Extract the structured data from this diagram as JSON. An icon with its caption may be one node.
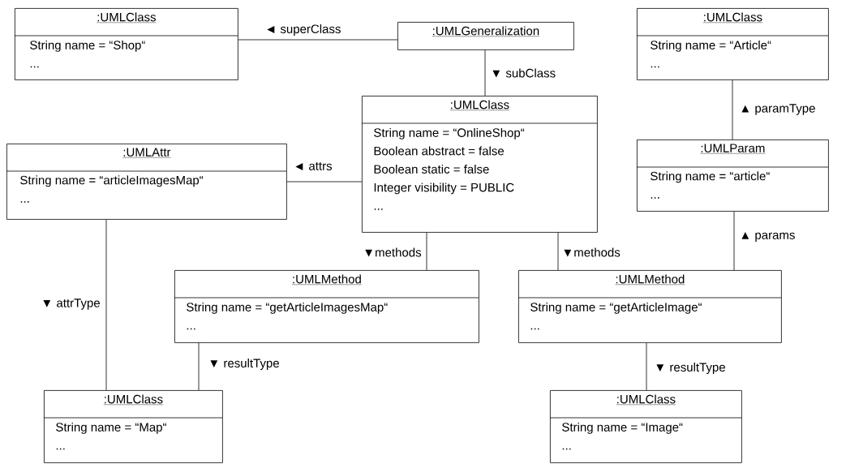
{
  "diagram": {
    "nodes": [
      {
        "text": [
          ":UMLClass",
          "String name = “Shop“",
          "..."
        ]
      },
      {
        "text": [
          ":UMLGeneralization"
        ]
      },
      {
        "text": [
          ":UMLClass",
          "String name = “Article“",
          "..."
        ]
      },
      {
        "text": [
          ":UMLAttr",
          "String name = “articleImagesMap“",
          "..."
        ]
      },
      {
        "text": [
          ":UMLClass",
          "String name = “OnlineShop“",
          "Boolean abstract = false",
          "Boolean static = false",
          "Integer visibility = PUBLIC",
          "..."
        ]
      },
      {
        "text": [
          ":UMLParam",
          "String name = “article“",
          "..."
        ]
      },
      {
        "text": [
          ":UMLMethod",
          "String name = “getArticleImagesMap“",
          "..."
        ]
      },
      {
        "text": [
          ":UMLMethod",
          "String name = “getArticleImage“",
          "..."
        ]
      },
      {
        "text": [
          ":UMLClass",
          "String name = “Map“",
          "..."
        ]
      },
      {
        "text": [
          ":UMLClass",
          "String name = “Image“",
          "..."
        ]
      }
    ],
    "edges": [
      {
        "from": 1,
        "to": 0,
        "arrow": "none",
        "label": "◄ superClass"
      },
      {
        "from": 1,
        "to": 4,
        "arrow": "none",
        "label": "▼ subClass"
      },
      {
        "from": 4,
        "to": 3,
        "arrow": "none",
        "label": "◄ attrs"
      },
      {
        "from": 5,
        "to": 2,
        "arrow": "none",
        "label": "▲ paramType"
      },
      {
        "from": 4,
        "to": 6,
        "arrow": "none",
        "label": "▼methods"
      },
      {
        "from": 4,
        "to": 7,
        "arrow": "none",
        "label": "▼methods"
      },
      {
        "from": 7,
        "to": 5,
        "arrow": "none",
        "label": "▲ params"
      },
      {
        "from": 3,
        "to": 8,
        "arrow": "none",
        "label": "▼ attrType"
      },
      {
        "from": 6,
        "to": 8,
        "arrow": "none",
        "label": "▼ resultType"
      },
      {
        "from": 7,
        "to": 9,
        "arrow": "none",
        "label": "▼ resultType"
      }
    ]
  }
}
